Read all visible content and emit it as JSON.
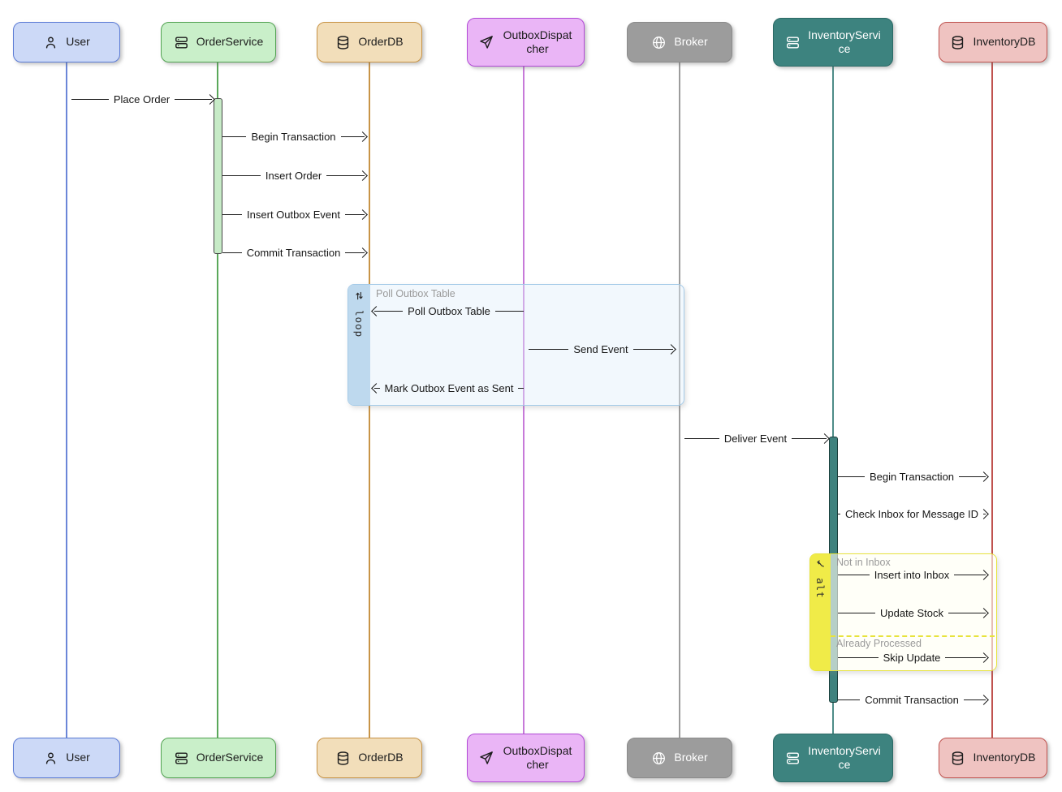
{
  "diagram": {
    "type": "sequence-diagram",
    "actors": [
      {
        "label": "User",
        "icon": "person-icon"
      },
      {
        "label": "OrderService",
        "icon": "server-icon"
      },
      {
        "label": "OrderDB",
        "icon": "database-icon"
      },
      {
        "label": "OutboxDispatcher",
        "icon": "send-icon"
      },
      {
        "label": "Broker",
        "icon": "globe-icon"
      },
      {
        "label": "InventoryService",
        "icon": "server-icon"
      },
      {
        "label": "InventoryDB",
        "icon": "database-icon"
      }
    ],
    "messages": [
      {
        "label": "Place Order",
        "from": "User",
        "to": "OrderService",
        "direction": "right"
      },
      {
        "label": "Begin Transaction",
        "from": "OrderService",
        "to": "OrderDB",
        "direction": "right"
      },
      {
        "label": "Insert Order",
        "from": "OrderService",
        "to": "OrderDB",
        "direction": "right"
      },
      {
        "label": "Insert Outbox Event",
        "from": "OrderService",
        "to": "OrderDB",
        "direction": "right"
      },
      {
        "label": "Commit Transaction",
        "from": "OrderService",
        "to": "OrderDB",
        "direction": "right"
      },
      {
        "label": "Poll Outbox Table",
        "from": "OutboxDispatcher",
        "to": "OrderDB",
        "direction": "left"
      },
      {
        "label": "Send Event",
        "from": "OutboxDispatcher",
        "to": "Broker",
        "direction": "right"
      },
      {
        "label": "Mark Outbox Event as Sent",
        "from": "OutboxDispatcher",
        "to": "OrderDB",
        "direction": "left"
      },
      {
        "label": "Deliver Event",
        "from": "Broker",
        "to": "InventoryService",
        "direction": "right"
      },
      {
        "label": "Begin Transaction",
        "from": "InventoryService",
        "to": "InventoryDB",
        "direction": "right"
      },
      {
        "label": "Check Inbox for Message ID",
        "from": "InventoryService",
        "to": "InventoryDB",
        "direction": "right"
      },
      {
        "label": "Insert into Inbox",
        "from": "InventoryService",
        "to": "InventoryDB",
        "direction": "right"
      },
      {
        "label": "Update Stock",
        "from": "InventoryService",
        "to": "InventoryDB",
        "direction": "right"
      },
      {
        "label": "Skip Update",
        "from": "InventoryService",
        "to": "InventoryDB",
        "direction": "right"
      },
      {
        "label": "Commit Transaction",
        "from": "InventoryService",
        "to": "InventoryDB",
        "direction": "right"
      }
    ],
    "loop_frame": {
      "operator": "loop",
      "title": "Poll Outbox Table"
    },
    "alt_frame": {
      "operator": "alt",
      "branch_a": "Not in Inbox",
      "branch_b": "Already Processed"
    },
    "colors": {
      "user_fill": "#ccd9f7",
      "user_border": "#5b7bd5",
      "orderservice_fill": "#c9efc9",
      "orderservice_border": "#52a352",
      "orderdb_fill": "#f2deba",
      "orderdb_border": "#c89447",
      "outboxdispatcher_fill": "#eab5f6",
      "outboxdispatcher_border": "#b14ad6",
      "broker_fill": "#9c9c9c",
      "broker_border": "#8b8b8b",
      "inventoryservice_fill": "#3d837f",
      "inventoryservice_border": "#2c6a66",
      "inventorydb_fill": "#efc3c1",
      "inventorydb_border": "#bf534f",
      "loop_frame_border": "#a5cbe8",
      "loop_band": "#bed9ee",
      "alt_frame_border": "#e7e33c",
      "alt_band": "#f0eb48",
      "arrow": "#1c1c1c",
      "section_label": "#9a9a9a"
    }
  }
}
